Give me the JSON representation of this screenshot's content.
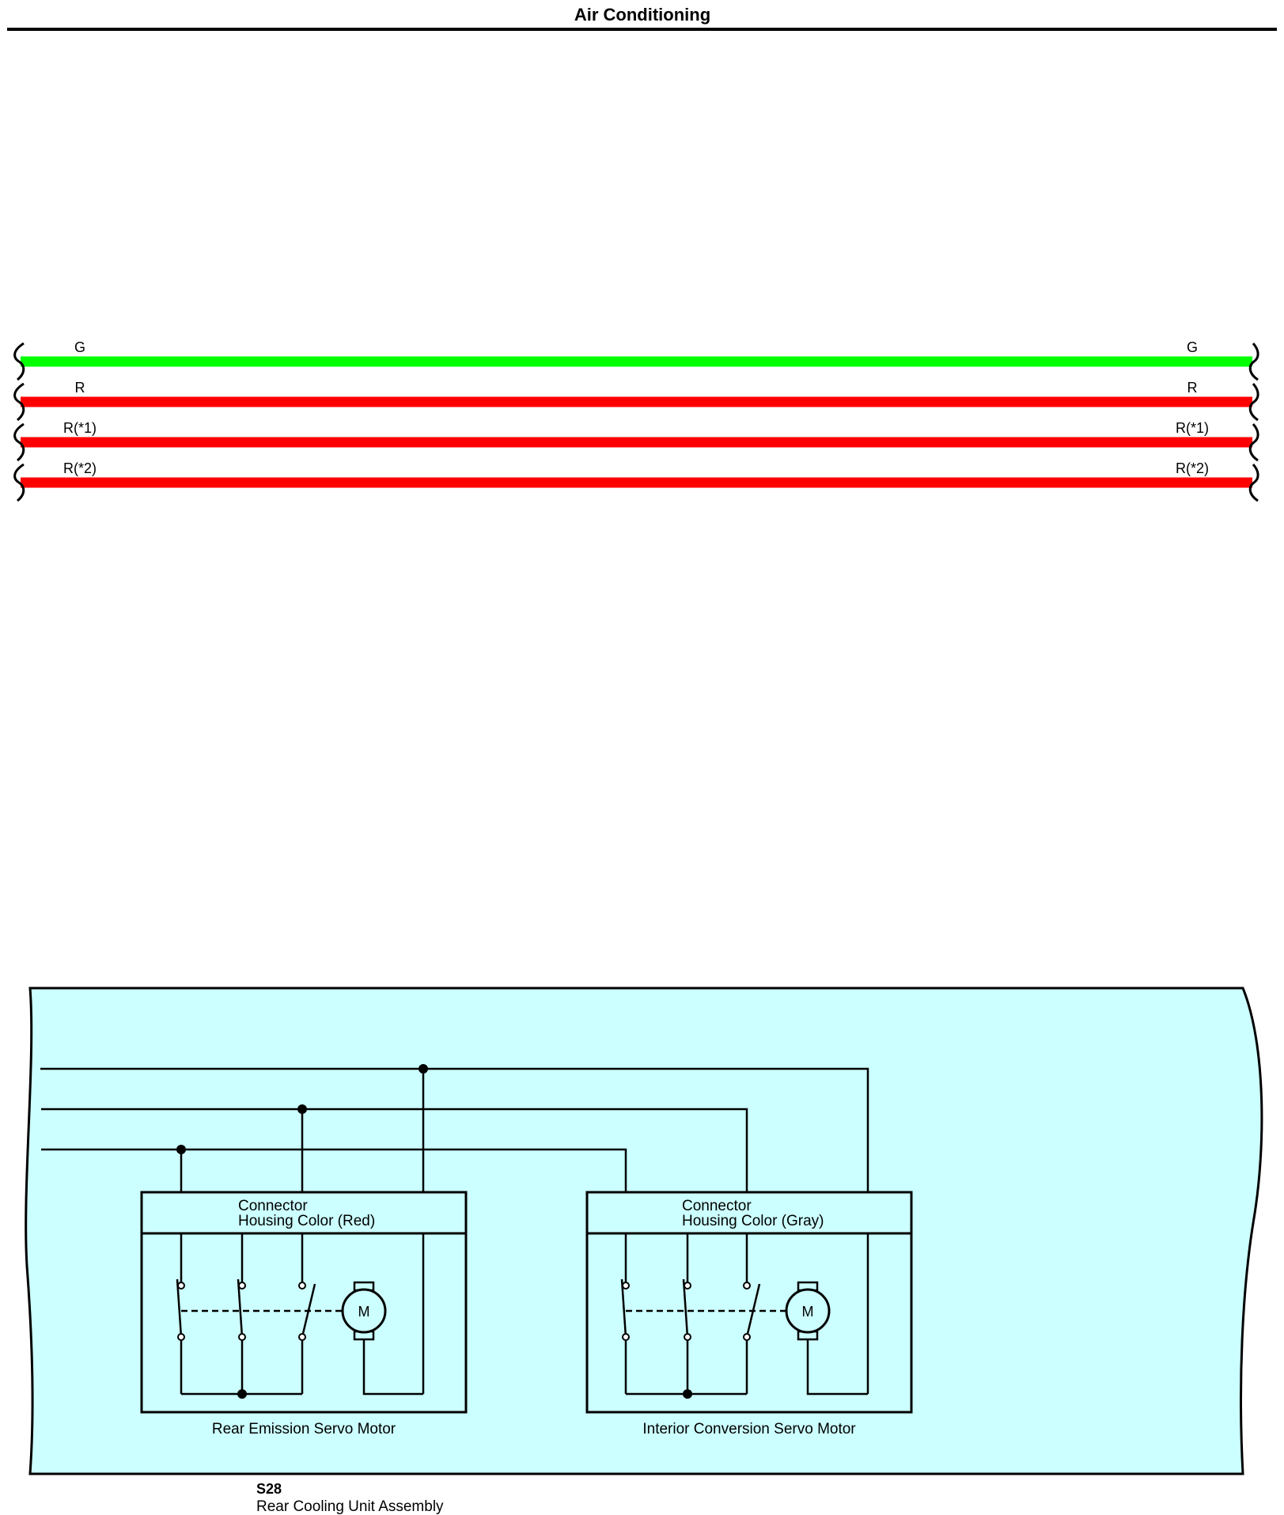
{
  "header": {
    "title": "Air Conditioning"
  },
  "wires": [
    {
      "label_left": "G",
      "label_right": "G",
      "color": "#00ff00"
    },
    {
      "label_left": "R",
      "label_right": "R",
      "color": "#ff0000"
    },
    {
      "label_left": "R(*1)",
      "label_right": "R(*1)",
      "color": "#ff0000"
    },
    {
      "label_left": "R(*2)",
      "label_right": "R(*2)",
      "color": "#ff0000"
    }
  ],
  "assembly": {
    "code": "S28",
    "name": "Rear Cooling Unit Assembly",
    "fill_color": "#ccffff",
    "motors": [
      {
        "connector_line1": "Connector",
        "connector_line2": "Housing Color (Red)",
        "motor_symbol": "M",
        "caption": "Rear Emission Servo Motor"
      },
      {
        "connector_line1": "Connector",
        "connector_line2": "Housing Color (Gray)",
        "motor_symbol": "M",
        "caption": "Interior Conversion Servo Motor"
      }
    ]
  }
}
